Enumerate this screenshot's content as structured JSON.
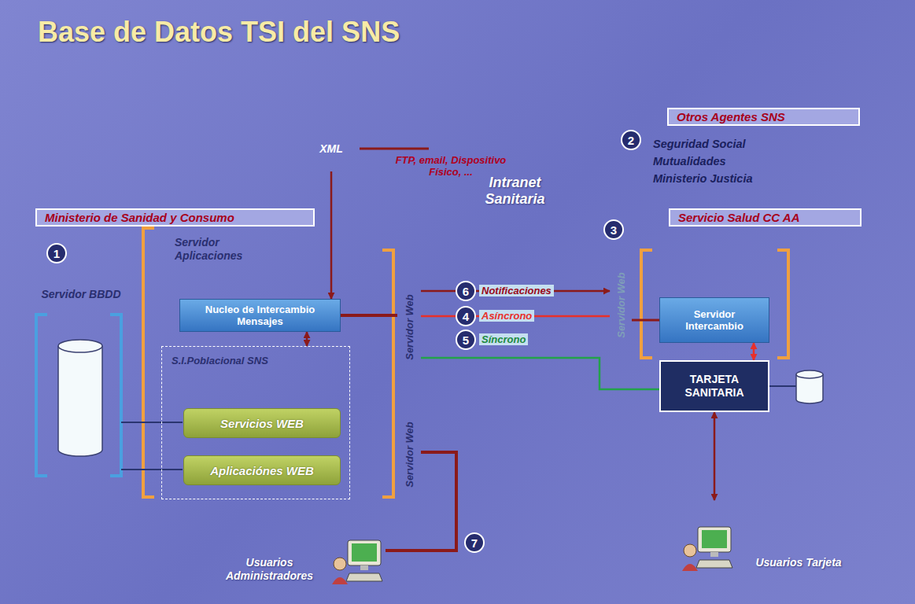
{
  "diagram": {
    "title": "Base de Datos TSI del SNS",
    "nodes": [
      {
        "text": [
          "XML"
        ]
      },
      {
        "text": [
          "Otros Agentes SNS",
          "Seguridad Social",
          "Mutualidades",
          "Ministerio Justicia"
        ]
      },
      {
        "text": [
          "Ministerio de Sanidad y Consumo"
        ]
      },
      {
        "text": [
          "Nucleo de Intercambio Mensajes"
        ],
        "in": 2
      },
      {
        "text": [
          "S.I.Poblacional SNS"
        ],
        "in": 2
      },
      {
        "text": [
          "Servicios WEB"
        ],
        "in": 4
      },
      {
        "text": [
          "Aplicaciónes WEB"
        ],
        "in": 4
      },
      {
        "text": [
          "Servidor Web"
        ],
        "in": 2
      },
      {
        "text": [
          "Servidor Web"
        ],
        "in": 2
      },
      {
        "text": [
          "Intranet Sanitaria"
        ]
      },
      {
        "text": [
          "Servicio Salud CC AA"
        ]
      },
      {
        "text": [
          "Servidor Web"
        ],
        "in": 10
      },
      {
        "text": [
          "Servidor Intercambio"
        ],
        "in": 10
      },
      {
        "text": [
          "TARJETA SANITARIA"
        ],
        "in": 10
      },
      {
        "text": [
          "Usuarios Administradores"
        ]
      },
      {
        "text": [
          "Usuarios Tarjeta"
        ]
      }
    ],
    "edges": [
      {
        "from": 0,
        "to": 1,
        "label": "FTP, email, Dispositivo Físico, ...",
        "arrow": "none"
      },
      {
        "from": 0,
        "to": 3,
        "arrow": "to"
      },
      {
        "from": 3,
        "to": 4,
        "arrow": "both"
      },
      {
        "from": 3,
        "to": 7,
        "arrow": "none"
      },
      {
        "from": 7,
        "to": 11,
        "label": "Notificaciones",
        "arrow": "to"
      },
      {
        "from": 7,
        "to": 11,
        "label": "Asíncrono",
        "arrow": "none"
      },
      {
        "from": 7,
        "to": 13,
        "label": "Síncrono",
        "arrow": "none"
      },
      {
        "from": 11,
        "to": 12,
        "arrow": "none"
      },
      {
        "from": 12,
        "to": 13,
        "arrow": "both"
      },
      {
        "from": 13,
        "to": 15,
        "arrow": "both"
      },
      {
        "from": 8,
        "to": 14,
        "arrow": "none"
      }
    ],
    "labels": [
      "1",
      "Servidor BBDD",
      "Servidor Aplicaciones",
      "2",
      "3",
      "6",
      "4",
      "5",
      "7"
    ]
  }
}
